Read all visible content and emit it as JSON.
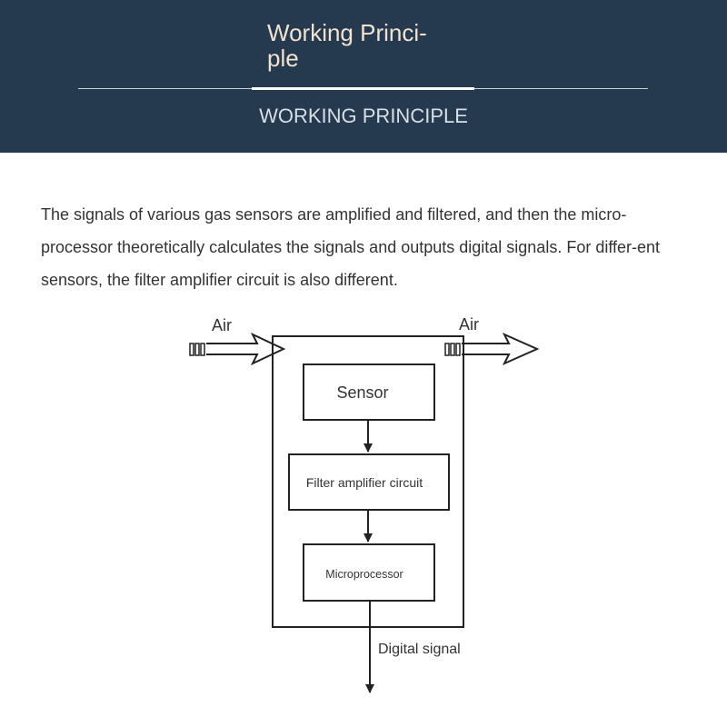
{
  "header": {
    "title": "Working Princi-\nple",
    "subtitle": "WORKING PRINCIPLE"
  },
  "description": "The signals of various gas sensors are amplified and filtered, and then the micro-processor theoretically calculates the signals and outputs digital signals. For differ-ent sensors, the filter amplifier circuit is also different.",
  "diagram": {
    "air_in_label": "Air",
    "air_out_label": "Air",
    "sensor_label": "Sensor",
    "filter_label": "Filter amplifier circuit",
    "micro_label": "Microprocessor",
    "output_label": "Digital signal"
  },
  "colors": {
    "banner": "#253a4f",
    "title": "#f2e2cf",
    "line": "#222222"
  }
}
